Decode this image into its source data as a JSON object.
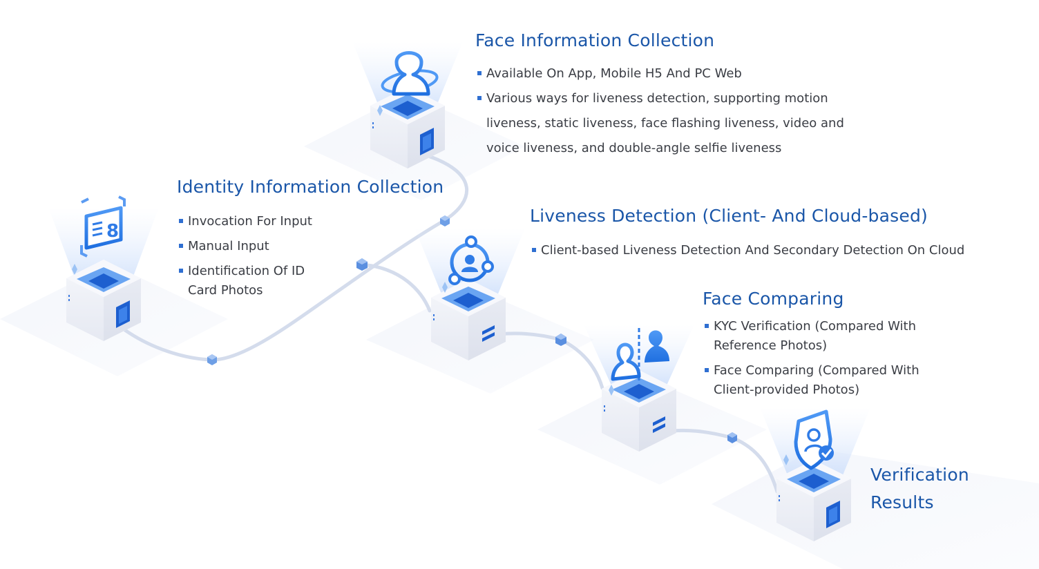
{
  "colors": {
    "title": "#1a56a8",
    "text": "#3a3d44",
    "bullet": "#2f6fd1",
    "accent": "#2f7be6",
    "cube_side": "#eef0f6",
    "path": "#d4dcec"
  },
  "stages": [
    {
      "id": "identity",
      "icon": "id-card-icon",
      "title": "Identity Information Collection",
      "items": [
        "Invocation For Input",
        "Manual Input",
        "Identification Of ID Card Photos"
      ]
    },
    {
      "id": "face",
      "icon": "face-orbit-icon",
      "title": "Face Information Collection",
      "items": [
        "Available On App, Mobile H5 And PC Web",
        "Various ways for liveness detection, supporting motion liveness, static liveness, face flashing liveness, video and voice liveness, and double-angle selfie liveness"
      ]
    },
    {
      "id": "liveness",
      "icon": "user-network-icon",
      "title": "Liveness Detection (Client- And Cloud-based)",
      "items": [
        "Client-based Liveness Detection And  Secondary Detection On Cloud"
      ]
    },
    {
      "id": "compare",
      "icon": "face-compare-icon",
      "title": "Face Comparing",
      "items": [
        "KYC Verification (Compared With Reference Photos)",
        "Face Comparing (Compared With Client-provided Photos)"
      ]
    },
    {
      "id": "results",
      "icon": "shield-user-icon",
      "title": "Verification Results",
      "items": []
    }
  ]
}
